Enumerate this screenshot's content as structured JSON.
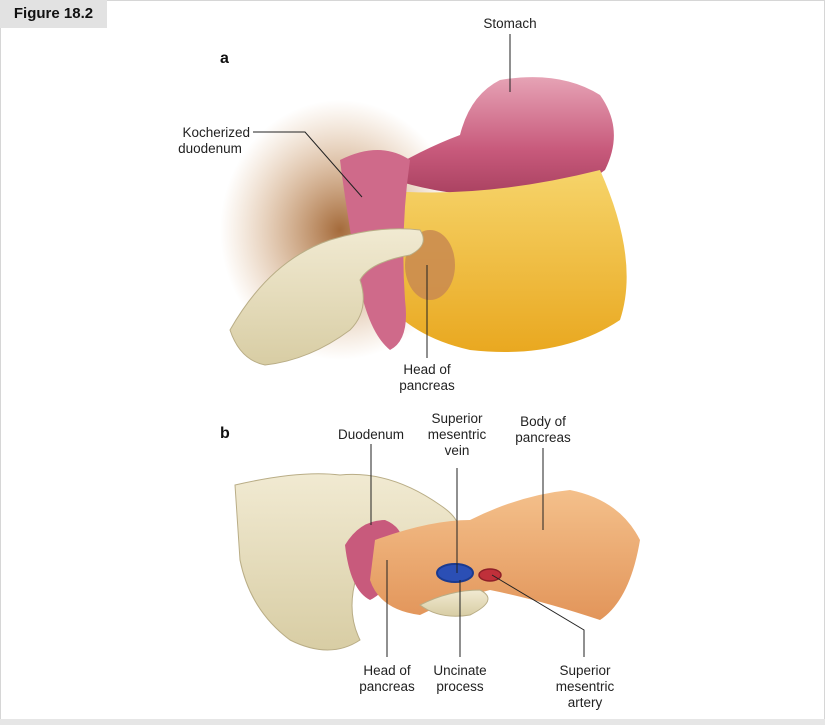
{
  "figure": {
    "label": "Figure 18.2"
  },
  "panel_a": {
    "letter": "a",
    "labels": {
      "stomach": "Stomach",
      "kocherized_duodenum_line1": "Kocherized",
      "kocherized_duodenum_line2": "duodenum",
      "head_of_pancreas_line1": "Head of",
      "head_of_pancreas_line2": "pancreas"
    }
  },
  "panel_b": {
    "letter": "b",
    "labels": {
      "duodenum": "Duodenum",
      "smv_line1": "Superior",
      "smv_line2": "mesentric",
      "smv_line3": "vein",
      "body_line1": "Body of",
      "body_line2": "pancreas",
      "head_line1": "Head of",
      "head_line2": "pancreas",
      "uncinate_line1": "Uncinate",
      "uncinate_line2": "process",
      "sma_line1": "Superior",
      "sma_line2": "mesentric",
      "sma_line3": "artery"
    }
  },
  "colors": {
    "stomach": "#c8597a",
    "fat": "#e8b33a",
    "glove": "#e8e0c4",
    "pancreas": "#e9a46a",
    "vein": "#2b4fb5",
    "artery": "#c0303a"
  }
}
